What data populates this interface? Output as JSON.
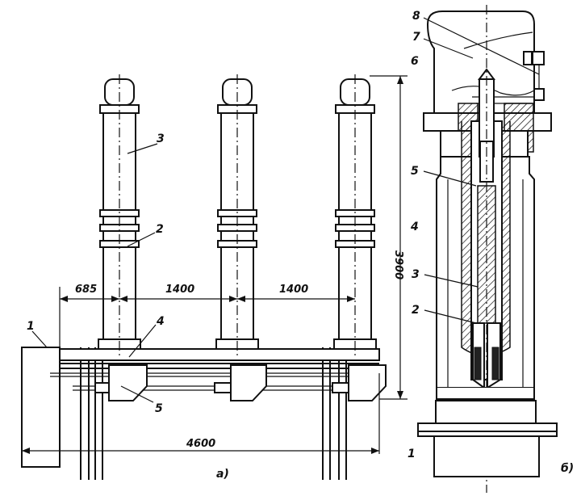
{
  "figure_a": {
    "caption": "a)",
    "callouts": {
      "n1": "1",
      "n2": "2",
      "n3": "3",
      "n4": "4",
      "n5": "5"
    },
    "dimensions": {
      "d685": "685",
      "d1400a": "1400",
      "d1400b": "1400",
      "d4600": "4600",
      "d3900": "3900"
    }
  },
  "figure_b": {
    "caption": "б)",
    "callouts": {
      "n1": "1",
      "n2": "2",
      "n3": "3",
      "n4": "4",
      "n5": "5",
      "n6": "6",
      "n7": "7",
      "n8": "8"
    }
  }
}
